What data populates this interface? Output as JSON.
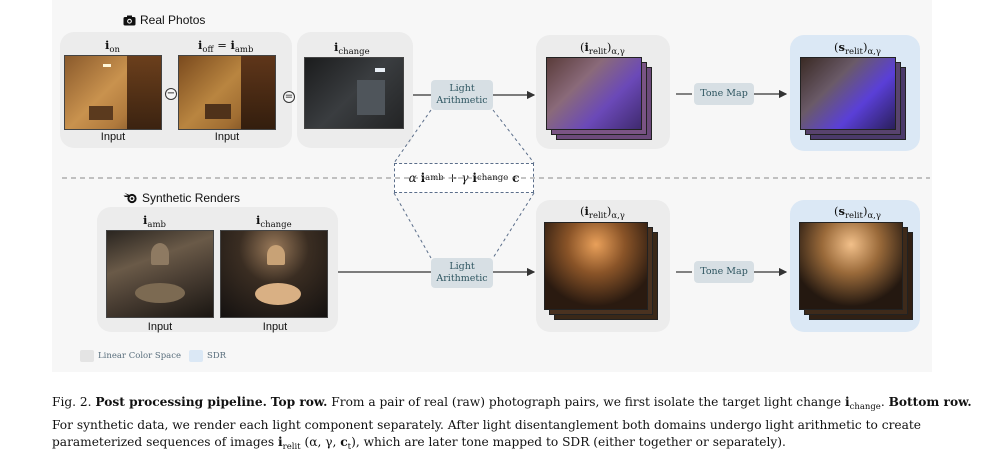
{
  "figure": {
    "top_label": "Real Photos",
    "bottom_label": "Synthetic Renders",
    "real": {
      "i_on": {
        "base": "i",
        "sub": "on"
      },
      "i_off": {
        "base": "i",
        "sub": "off",
        "eq": "=",
        "base2": "i",
        "sub2": "amb"
      },
      "i_change": {
        "base": "i",
        "sub": "change"
      },
      "input_label": "Input",
      "minus_symbol": "−",
      "equals_symbol": "="
    },
    "synthetic": {
      "i_amb": {
        "base": "i",
        "sub": "amb"
      },
      "i_change": {
        "base": "i",
        "sub": "change"
      },
      "input_label": "Input"
    },
    "light_arithmetic": "Light Arithmetic",
    "tone_map": "Tone Map",
    "relit": {
      "open": "(",
      "base": "i",
      "sub": "relit",
      "close": ")",
      "params": "α,γ"
    },
    "sdr_out": {
      "open": "(",
      "base": "s",
      "sub": "relit",
      "close": ")",
      "params": "α,γ"
    },
    "formula": {
      "alpha": "α",
      "i1": "i",
      "amb": "amb",
      "plus": "+",
      "gamma": "γ",
      "i2": "i",
      "change": "change",
      "c": "c"
    },
    "legend": {
      "linear": "Linear Color Space",
      "sdr": "SDR"
    }
  },
  "caption": {
    "fig_no": "Fig. 2.",
    "title": "Post processing pipeline.",
    "top_bold": "Top row.",
    "top_text_1": "From a pair of real (raw) photograph pairs, we first isolate the target light change",
    "i_change_base": "i",
    "i_change_sub": "change",
    "bottom_bold": "Bottom row.",
    "bottom_text": "For synthetic data, we render each light component separately. After light disentanglement both domains undergo light arithmetic to create parameterized sequences of images",
    "irelit_base": "i",
    "irelit_sub": "relit",
    "params_open": "(α, γ, ",
    "c_base": "c",
    "c_sub": "t",
    "params_close": "), which are later tone mapped to SDR (either together or separately)."
  },
  "colors": {
    "linear_bg": "#ececec",
    "sdr_bg": "#dbe8f5",
    "op_box": "#d7dfe4",
    "op_text": "#2f5661"
  }
}
